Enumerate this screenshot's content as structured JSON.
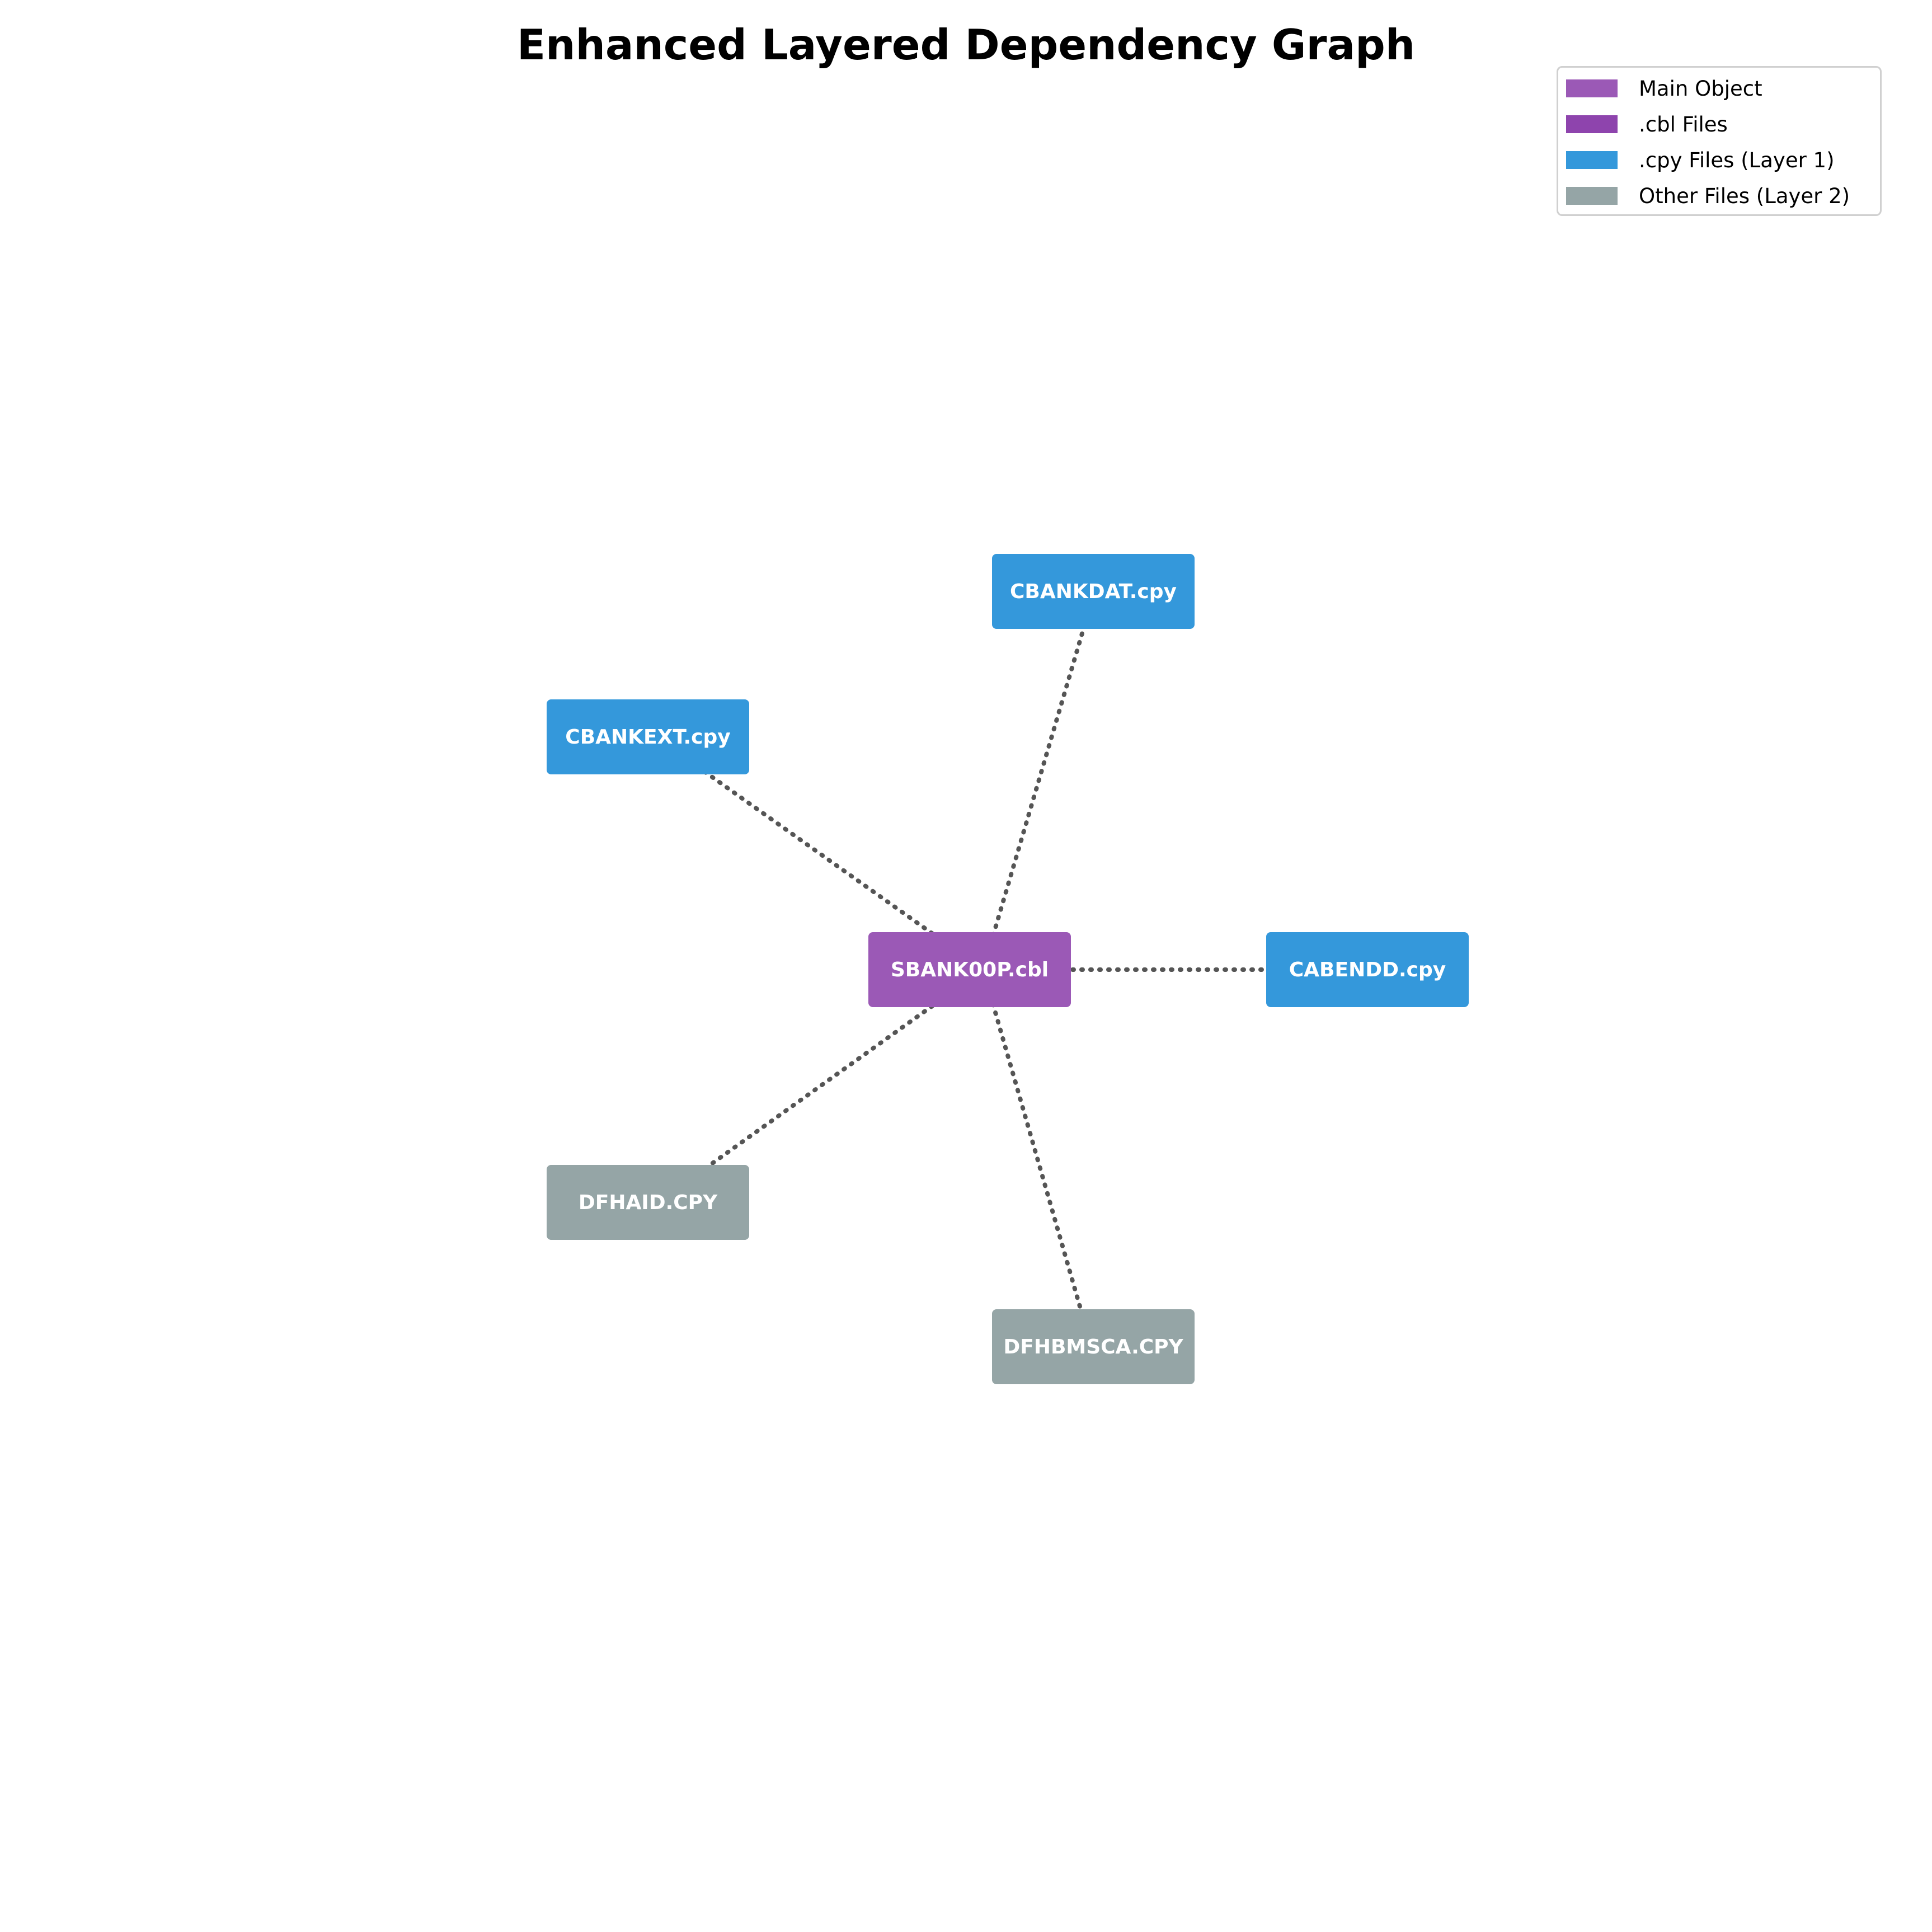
{
  "title": "Enhanced Layered Dependency Graph",
  "legend": [
    {
      "label": "Main Object",
      "color": "#9b59b6"
    },
    {
      "label": ".cbl Files",
      "color": "#8e44ad"
    },
    {
      "label": ".cpy Files (Layer 1)",
      "color": "#3498db"
    },
    {
      "label": "Other Files (Layer 2)",
      "color": "#95a5a6"
    }
  ],
  "nodes": [
    {
      "id": "main",
      "label": "SBANK00P.cbl",
      "category": "Main Object"
    },
    {
      "id": "cbankdat",
      "label": "CBANKDAT.cpy",
      "category": ".cpy Files (Layer 1)"
    },
    {
      "id": "cbankext",
      "label": "CBANKEXT.cpy",
      "category": ".cpy Files (Layer 1)"
    },
    {
      "id": "cabendd",
      "label": "CABENDD.cpy",
      "category": ".cpy Files (Layer 1)"
    },
    {
      "id": "dfhaid",
      "label": "DFHAID.CPY",
      "category": "Other Files (Layer 2)"
    },
    {
      "id": "dfhbmsca",
      "label": "DFHBMSCA.CPY",
      "category": "Other Files (Layer 2)"
    }
  ],
  "edges": [
    {
      "from": "main",
      "to": "cbankdat"
    },
    {
      "from": "main",
      "to": "cbankext"
    },
    {
      "from": "main",
      "to": "cabendd"
    },
    {
      "from": "main",
      "to": "dfhaid"
    },
    {
      "from": "main",
      "to": "dfhbmsca"
    }
  ],
  "edge_color": "#555555"
}
